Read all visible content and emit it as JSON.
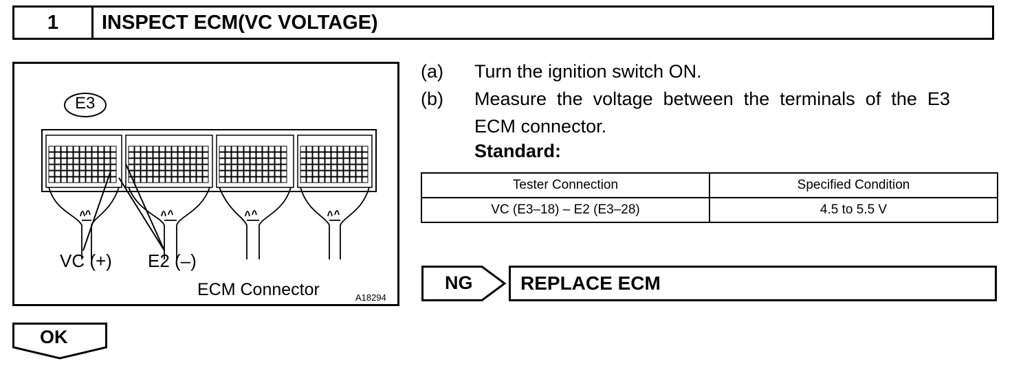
{
  "header": {
    "number": "1",
    "title": "INSPECT ECM(VC VOLTAGE)"
  },
  "figure": {
    "connector_id": "E3",
    "label_vc": "VC (+)",
    "label_e2": "E2 (–)",
    "caption": "ECM Connector",
    "figure_code": "A18294"
  },
  "steps": [
    {
      "label": "(a)",
      "text": "Turn the ignition switch ON."
    },
    {
      "label": "(b)",
      "text_line1": "Measure  the  voltage  between  the  terminals  of  the  E3",
      "text_line2": "ECM connector."
    }
  ],
  "standard_label": "Standard:",
  "table": {
    "headers": [
      "Tester Connection",
      "Specified Condition"
    ],
    "rows": [
      [
        "VC (E3–18) – E2 (E3–28)",
        "4.5 to 5.5 V"
      ]
    ]
  },
  "ng": {
    "label": "NG",
    "action": "REPLACE ECM"
  },
  "ok": {
    "label": "OK"
  }
}
